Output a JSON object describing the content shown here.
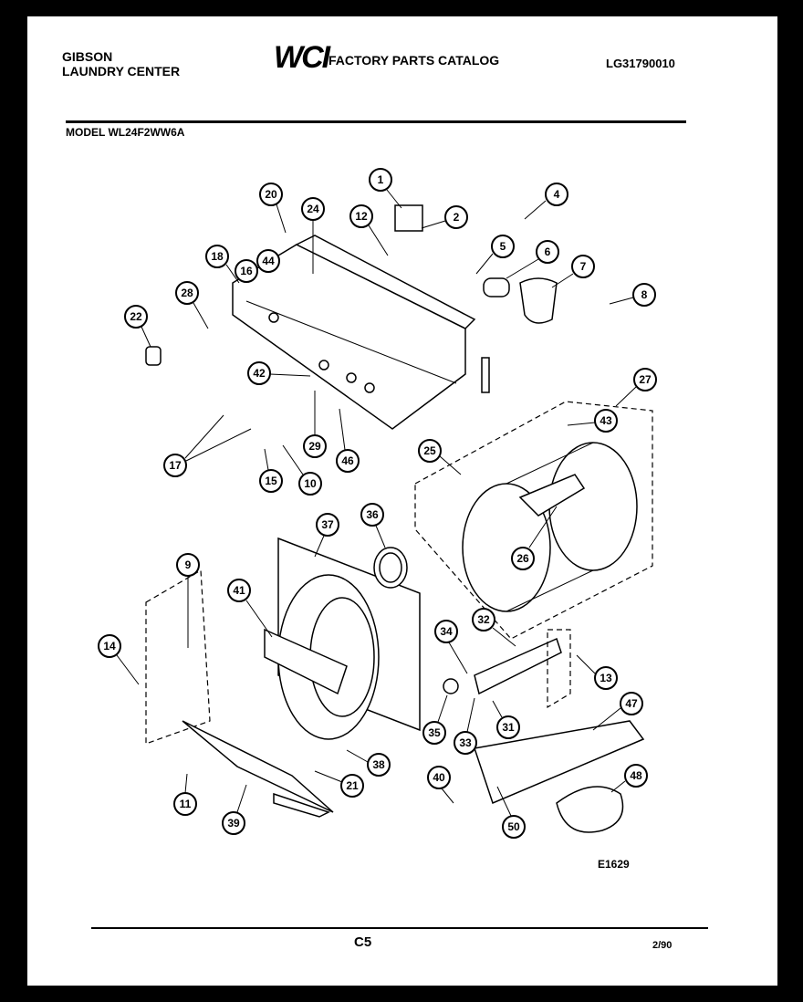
{
  "header": {
    "brand_line1": "GIBSON",
    "brand_line2": "LAUNDRY CENTER",
    "logo": "WCI",
    "catalog_title": "FACTORY PARTS CATALOG",
    "part_number": "LG31790010"
  },
  "model_label": "MODEL WL24F2WW6A",
  "figure_code": "E1629",
  "page_code": "C5",
  "date": "2/90",
  "callouts": [
    "1",
    "2",
    "4",
    "5",
    "6",
    "7",
    "8",
    "9",
    "10",
    "11",
    "12",
    "13",
    "14",
    "15",
    "16",
    "17",
    "18",
    "20",
    "21",
    "22",
    "24",
    "25",
    "26",
    "27",
    "28",
    "29",
    "31",
    "32",
    "33",
    "34",
    "35",
    "36",
    "37",
    "38",
    "39",
    "40",
    "41",
    "42",
    "43",
    "44",
    "46",
    "47",
    "48",
    "50"
  ]
}
